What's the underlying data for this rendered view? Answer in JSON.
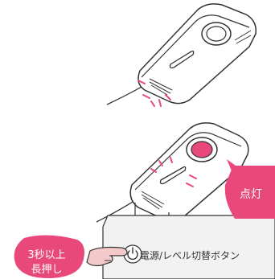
{
  "labels": {
    "lit": "点灯",
    "press_line1": "3秒以上",
    "press_line2": "長押し",
    "button_caption": "電源/レベル切替ボタン"
  },
  "colors": {
    "accent": "#e9487b",
    "outline": "#333333",
    "callout_fill": "#f2f2f2"
  }
}
